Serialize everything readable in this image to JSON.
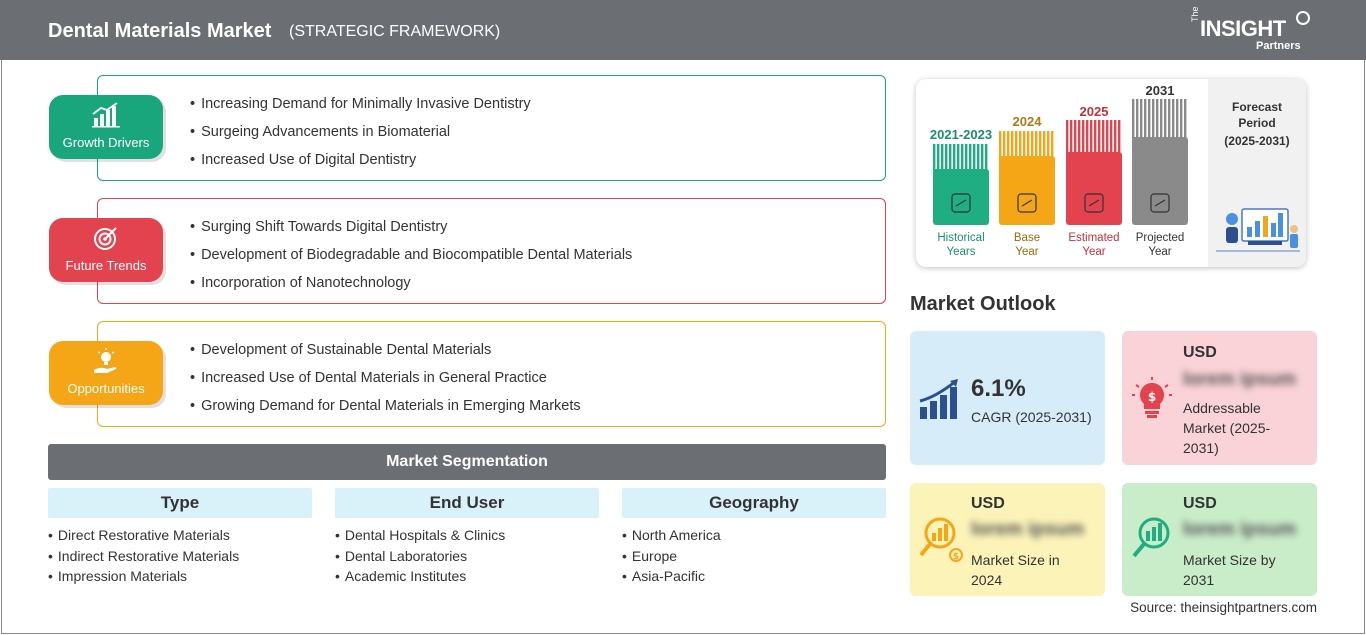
{
  "header": {
    "title": "Dental Materials Market",
    "subtitle": "(STRATEGIC FRAMEWORK)",
    "logo_the": "The",
    "logo_insight": "INSIGHT",
    "logo_partners": "Partners"
  },
  "framework": [
    {
      "label": "Growth Drivers",
      "icon": "growth-chart-icon",
      "color": "#19a67c",
      "items": [
        "Increasing Demand for Minimally Invasive Dentistry",
        "Surgeing Advancements in Biomaterial",
        "Increased Use of Digital Dentistry"
      ]
    },
    {
      "label": "Future Trends",
      "icon": "target-icon",
      "color": "#e3434e",
      "items": [
        "Surging Shift Towards Digital Dentistry",
        "Development of Biodegradable and Biocompatible Dental Materials",
        "Incorporation of Nanotechnology"
      ]
    },
    {
      "label": "Opportunities",
      "icon": "lightbulb-hand-icon",
      "color": "#f5a617",
      "items": [
        "Development of Sustainable Dental Materials",
        "Increased Use of Dental Materials in General Practice",
        "Growing Demand for Dental Materials in Emerging Markets"
      ]
    }
  ],
  "segmentation": {
    "title": "Market Segmentation",
    "columns": [
      {
        "heading": "Type",
        "items": [
          "Direct Restorative Materials",
          "Indirect Restorative Materials",
          "Impression Materials"
        ]
      },
      {
        "heading": "End User",
        "items": [
          "Dental Hospitals & Clinics",
          "Dental Laboratories",
          "Academic Institutes"
        ]
      },
      {
        "heading": "Geography",
        "items": [
          "North America",
          "Europe",
          "Asia-Pacific"
        ]
      }
    ]
  },
  "timeline": {
    "bars": [
      {
        "year": "2021-2023",
        "label_line1": "Historical",
        "label_line2": "Years",
        "color": "#1fae82",
        "year_color": "#1a8f6c",
        "label_color": "#1a8f6c",
        "icon": "history-clock-icon"
      },
      {
        "year": "2024",
        "label_line1": "Base",
        "label_line2": "Year",
        "color": "#f5a617",
        "year_color": "#b07a10",
        "label_color": "#9a6a0c",
        "icon": "calendar-icon"
      },
      {
        "year": "2025",
        "label_line1": "Estimated",
        "label_line2": "Year",
        "color": "#e3434e",
        "year_color": "#c0313b",
        "label_color": "#c0313b",
        "icon": "estimate-gears-icon"
      },
      {
        "year": "2031",
        "label_line1": "Projected",
        "label_line2": "Year",
        "color": "#8a8a8a",
        "year_color": "#333333",
        "label_color": "#333333",
        "icon": "presentation-board-icon"
      }
    ],
    "forecast_line1": "Forecast",
    "forecast_line2": "Period",
    "forecast_line3": "(2025-2031)"
  },
  "outlook": {
    "title": "Market Outlook",
    "cagr_value": "6.1%",
    "cagr_label": "CAGR (2025-2031)",
    "addressable_usd": "USD",
    "addressable_value": "lorem ipsum",
    "addressable_label_1": "Addressable",
    "addressable_label_2": "Market (2025-",
    "addressable_label_3": "2031)",
    "size2024_usd": "USD",
    "size2024_value": "lorem ipsum",
    "size2024_label_1": "Market Size in",
    "size2024_label_2": "2024",
    "size2031_usd": "USD",
    "size2031_value": "lorem ipsum",
    "size2031_label_1": "Market Size by",
    "size2031_label_2": "2031",
    "colors": {
      "cagr": "#d6ecf8",
      "addressable": "#f9d3d8",
      "size2024": "#fcf3b8",
      "size2031": "#c9ecc9"
    }
  },
  "source": "Source: theinsightpartners.com"
}
